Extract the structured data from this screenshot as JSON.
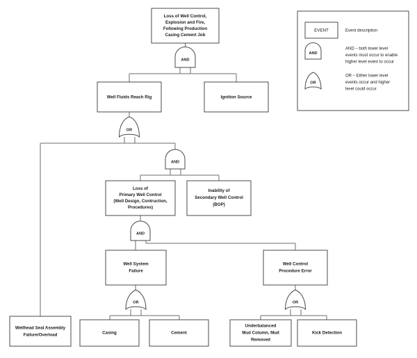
{
  "diagram": {
    "type": "fault-tree",
    "title_event": "Loss of Well Control, Explosion and Fire, Following Production Casing Cement Job",
    "nodes": {
      "top_event": {
        "lines": [
          "Loss of Well Control,",
          "Explosion and Fire,",
          "Following Production",
          "Casing Cement Job"
        ]
      },
      "well_fluids_reach_rig": {
        "lines": [
          "Well Fluids Reach Rig"
        ]
      },
      "ignition_source": {
        "lines": [
          "Ignition Source"
        ]
      },
      "loss_primary_well_control": {
        "lines": [
          "Loss of",
          "Primary Well Control",
          "(Well Design, Contruction,",
          "Procedures)"
        ]
      },
      "inability_secondary_well_control": {
        "lines": [
          "Inability of",
          "Secondary Well Control",
          "(BOP)"
        ]
      },
      "well_system_failure": {
        "lines": [
          "Well System",
          "Failure"
        ]
      },
      "well_control_procedure_error": {
        "lines": [
          "Well Control",
          "Procedure Error"
        ]
      },
      "wellhead_seal_assembly": {
        "lines": [
          "Wellhead Seal Assembly",
          "Failure/Overload"
        ]
      },
      "casing": {
        "lines": [
          "Casing"
        ]
      },
      "cement": {
        "lines": [
          "Cement"
        ]
      },
      "underbalanced_mud_column": {
        "lines": [
          "Underbalanced",
          "Mud Column, Mud",
          "Removed"
        ]
      },
      "kick_detection": {
        "lines": [
          "Kick Detection"
        ]
      }
    },
    "gates": {
      "gate_top": {
        "label": "AND"
      },
      "gate_well_fluids": {
        "label": "OR"
      },
      "gate_loss_control": {
        "label": "AND"
      },
      "gate_primary": {
        "label": "AND"
      },
      "gate_well_system": {
        "label": "OR"
      },
      "gate_procedure": {
        "label": "OR"
      }
    }
  },
  "legend": {
    "event_box_label": "EVENT",
    "event_description": "Event description",
    "and_gate_label": "AND",
    "or_gate_label": "OR",
    "and_description_lines": [
      "AND – both lower level",
      "events must occur to enable",
      "higher level event to occur"
    ],
    "or_description_lines": [
      "OR – Either lower level",
      "events occur and higher",
      "level could occur"
    ]
  },
  "colors": {
    "background": "#ffffff",
    "box_stroke": "#4a4a4a",
    "connector_stroke": "#6b6b6b",
    "text": "#1a1a1a"
  }
}
